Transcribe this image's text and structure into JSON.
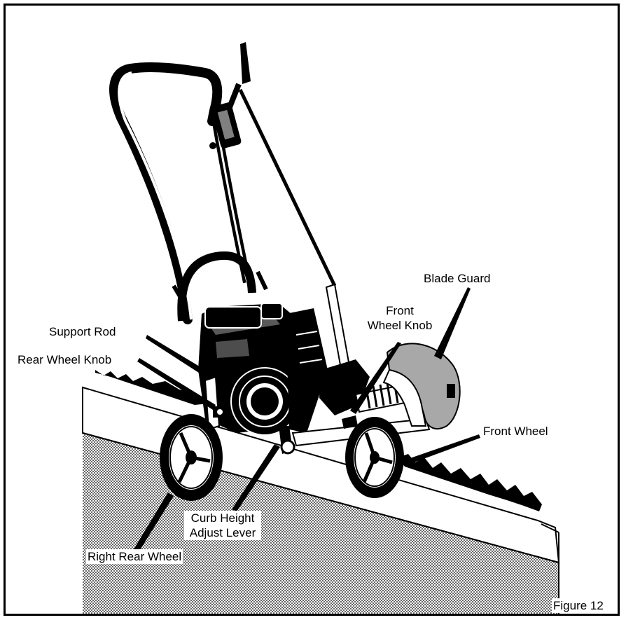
{
  "figure": {
    "caption": "Figure 12"
  },
  "labels": {
    "blade_guard": "Blade Guard",
    "front_wheel_knob_line1": "Front",
    "front_wheel_knob_line2": "Wheel Knob",
    "support_rod": "Support Rod",
    "rear_wheel_knob": "Rear Wheel Knob",
    "front_wheel": "Front Wheel",
    "curb_height_line1": "Curb Height",
    "curb_height_line2": "Adjust Lever",
    "right_rear_wheel": "Right Rear Wheel"
  },
  "colors": {
    "ink": "#000000",
    "paper": "#ffffff",
    "curb_face": "#9a9a9a",
    "guard": "#a8a8a8"
  }
}
